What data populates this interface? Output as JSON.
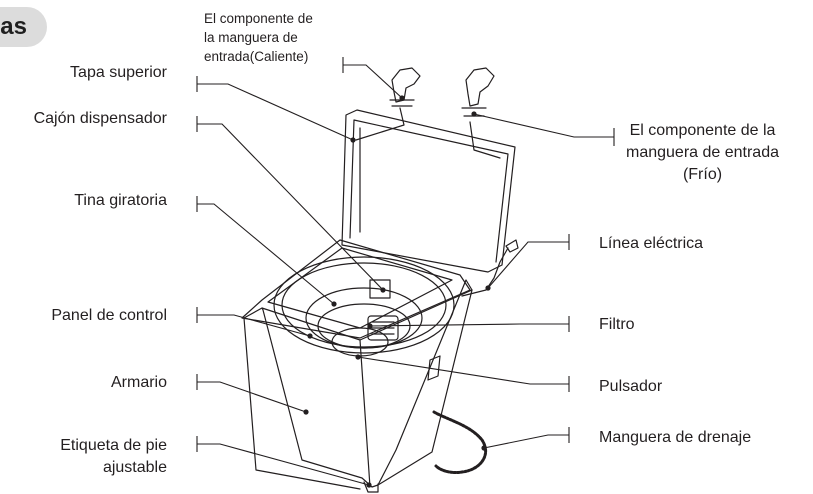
{
  "section_tab": "as",
  "labels": {
    "hot_inlet_line1": "El componente de",
    "hot_inlet_line2": "la manguera de",
    "hot_inlet_line3": "entrada(Caliente)",
    "top_lid": "Tapa superior",
    "dispenser_drawer": "Cajón dispensador",
    "spin_tub": "Tina giratoria",
    "control_panel": "Panel de control",
    "cabinet": "Armario",
    "foot_label_line1": "Etiqueta de pie",
    "foot_label_line2": "ajustable",
    "cold_inlet_line1": "El componente de la",
    "cold_inlet_line2": "manguera de entrada",
    "cold_inlet_line3": "(Frío)",
    "power_cord": "Línea eléctrica",
    "filter": "Filtro",
    "pulsator": "Pulsador",
    "drain_hose": "Manguera de drenaje"
  },
  "colors": {
    "line": "#231f20",
    "tab_bg": "#dcdcdc"
  }
}
